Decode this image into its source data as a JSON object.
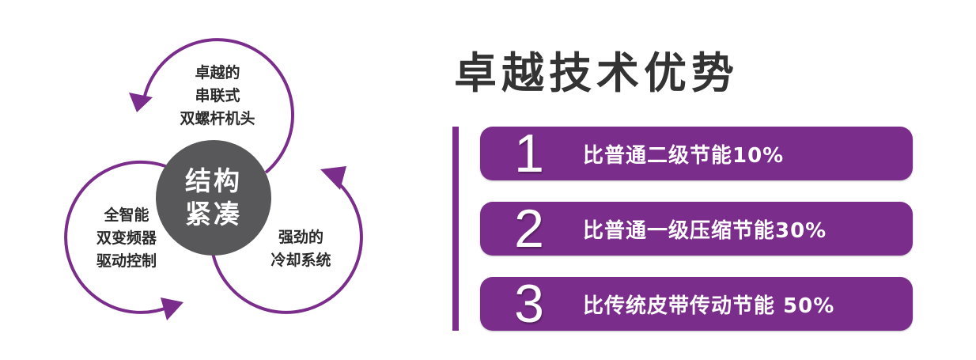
{
  "diagram": {
    "center_line1": "结构",
    "center_line2": "紧凑",
    "top_label": [
      "卓越的",
      "串联式",
      "双螺杆机头"
    ],
    "left_label": [
      "全智能",
      "双变频器",
      "驱动控制"
    ],
    "right_label": [
      "强劲的",
      "冷却系统"
    ],
    "accent_color": "#7b2d8b",
    "center_color": "#58585a"
  },
  "advantages": {
    "title": "卓越技术优势",
    "items": [
      {
        "number": "1",
        "text": "比普通二级节能10%"
      },
      {
        "number": "2",
        "text": "比普通一级压缩节能30%"
      },
      {
        "number": "3",
        "text": "比传统皮带传动节能 50%"
      }
    ]
  }
}
